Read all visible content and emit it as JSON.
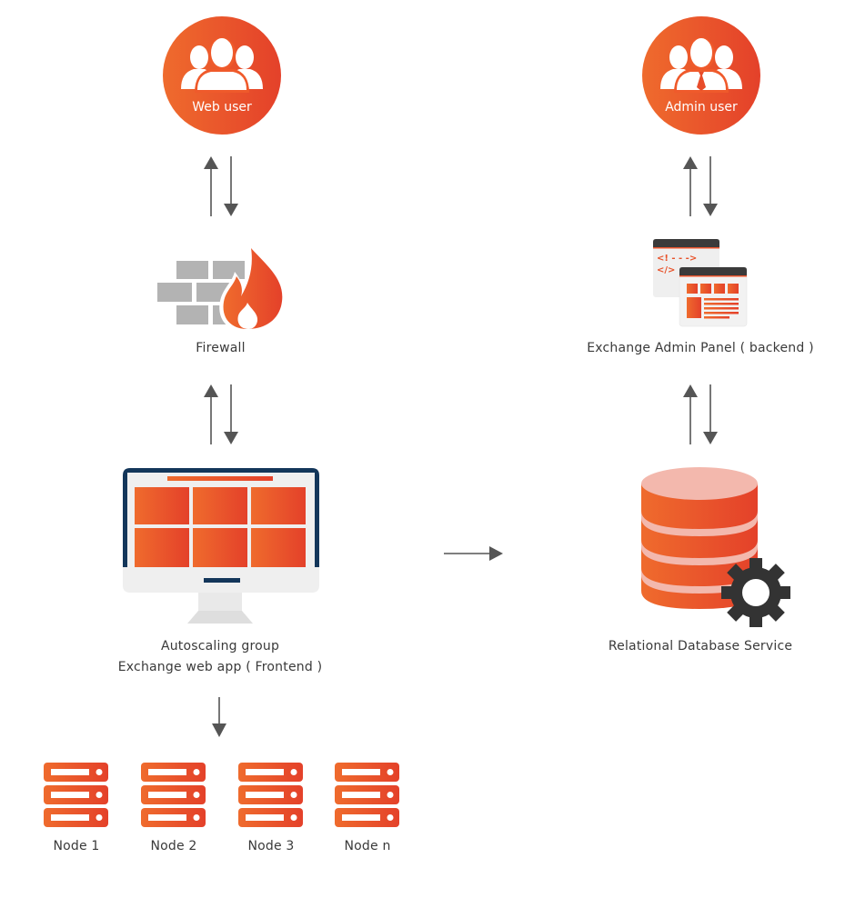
{
  "diagram": {
    "colors": {
      "orange_start": "#ee6a2c",
      "orange_end": "#e5412a",
      "arrow": "#555555",
      "gray_brick": "#b3b3b3",
      "dark_panel": "#3a3a3a",
      "monitor_frame": "#13365a",
      "screen_bg": "#efefef",
      "db_top": "#f3b8ad",
      "gear": "#333333"
    },
    "nodes": {
      "web_user": {
        "label": "Web user",
        "icon": "users-icon"
      },
      "admin_user": {
        "label": "Admin user",
        "icon": "admin-users-icon"
      },
      "firewall": {
        "label": "Firewall",
        "icon": "firewall-icon"
      },
      "admin_panel": {
        "label": "Exchange Admin Panel ( backend )",
        "icon": "browser-windows-icon"
      },
      "web_app": {
        "line1": "Autoscaling group",
        "line2": "Exchange web app ( Frontend )",
        "icon": "monitor-icon"
      },
      "rds": {
        "label": "Relational Database Service",
        "icon": "database-gear-icon"
      },
      "servers": [
        {
          "label": "Node 1",
          "icon": "server-icon"
        },
        {
          "label": "Node 2",
          "icon": "server-icon"
        },
        {
          "label": "Node 3",
          "icon": "server-icon"
        },
        {
          "label": "Node n",
          "icon": "server-icon"
        }
      ]
    },
    "edges": [
      {
        "from": "web_user",
        "to": "firewall",
        "direction": "bidirectional"
      },
      {
        "from": "firewall",
        "to": "web_app",
        "direction": "bidirectional"
      },
      {
        "from": "admin_user",
        "to": "admin_panel",
        "direction": "bidirectional"
      },
      {
        "from": "admin_panel",
        "to": "rds",
        "direction": "bidirectional"
      },
      {
        "from": "web_app",
        "to": "rds",
        "direction": "forward"
      },
      {
        "from": "web_app",
        "to": "servers",
        "direction": "forward"
      }
    ]
  }
}
